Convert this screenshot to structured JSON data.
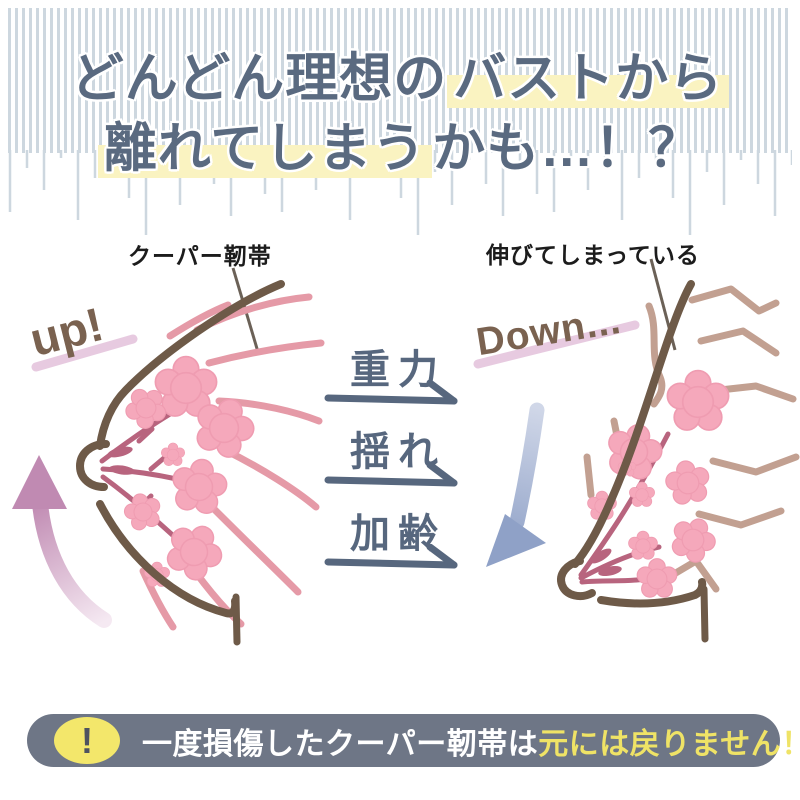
{
  "headline": {
    "line1_normal": "どんどん理想の",
    "line1_highlight": "バストから",
    "line2_highlight": "離れてしまう",
    "line2_normal": "かも…！？"
  },
  "left_figure": {
    "label": "クーパー靭帯",
    "annotation": "up!"
  },
  "right_figure": {
    "label": "伸びてしまっている",
    "annotation": "Down..."
  },
  "causes": [
    {
      "label": "重力"
    },
    {
      "label": "揺れ"
    },
    {
      "label": "加齢"
    }
  ],
  "banner": {
    "icon_text": "!",
    "text_white": "一度損傷したクーパー靭帯は",
    "text_yellow": "元には戻りません！"
  },
  "colors": {
    "stripe": "#cdd7df",
    "headline_text": "#5a6a80",
    "highlight_yellow": "#faf3c1",
    "outline_brown": "#6e5a48",
    "ligament_pink": "#e59aa7",
    "ligament_stretched_tan": "#c2a091",
    "gland_pink": "#f5a8bb",
    "duct_rose": "#b8647e",
    "up_arrow_purple": "#c08ab2",
    "down_arrow_blue": "#8fa1c7",
    "cause_text": "#57677e",
    "banner_bg": "#6e7686",
    "banner_yellow": "#efe366",
    "annotation_brown": "#7a6250",
    "underline_pink": "#ddb5d3"
  }
}
